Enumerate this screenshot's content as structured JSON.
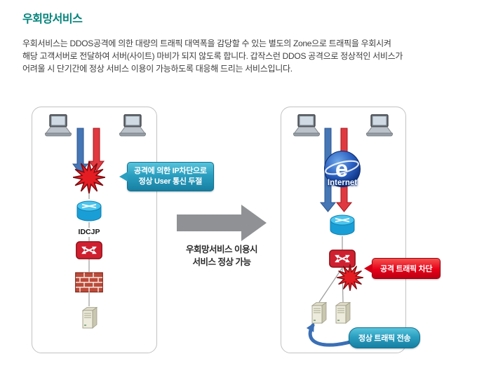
{
  "header": {
    "title": "우회망서비스",
    "description_lines": [
      "우회서비스는 DDOS공격에 의한 대량의 트래픽 대역폭을 감당할 수 있는 별도의 Zone으로 트래픽을 우회시켜",
      "해당 고객서버로 전달하여 서버(사이트) 마비가 되지 않도록 합니다. 갑작스런 DDOS 공격으로 정상적인 서비스가",
      "어려울 시 단기간에 정상 서비스 이용이 가능하도록 대응해 드리는 서비스입니다."
    ]
  },
  "diagram": {
    "before_panel": {
      "ip_block_callout_line1": "공격에 의한 IP차단으로",
      "ip_block_callout_line2": "정상 User 통신 두절",
      "router_label": "IDCJP"
    },
    "transition": {
      "caption_line1": "우회망서비스 이용시",
      "caption_line2": "서비스 정상 가능"
    },
    "after_panel": {
      "internet_label": "Internet",
      "attack_block_callout": "공격 트래픽 차단",
      "normal_traffic_callout": "정상 트래픽 전송"
    },
    "colors": {
      "title_teal": "#00837a",
      "callout_teal": "#2b9fc0",
      "callout_red": "#e60018",
      "traffic_blue": "#4576b5",
      "traffic_red": "#e03a40",
      "transition_gray": "#8f9194"
    }
  }
}
